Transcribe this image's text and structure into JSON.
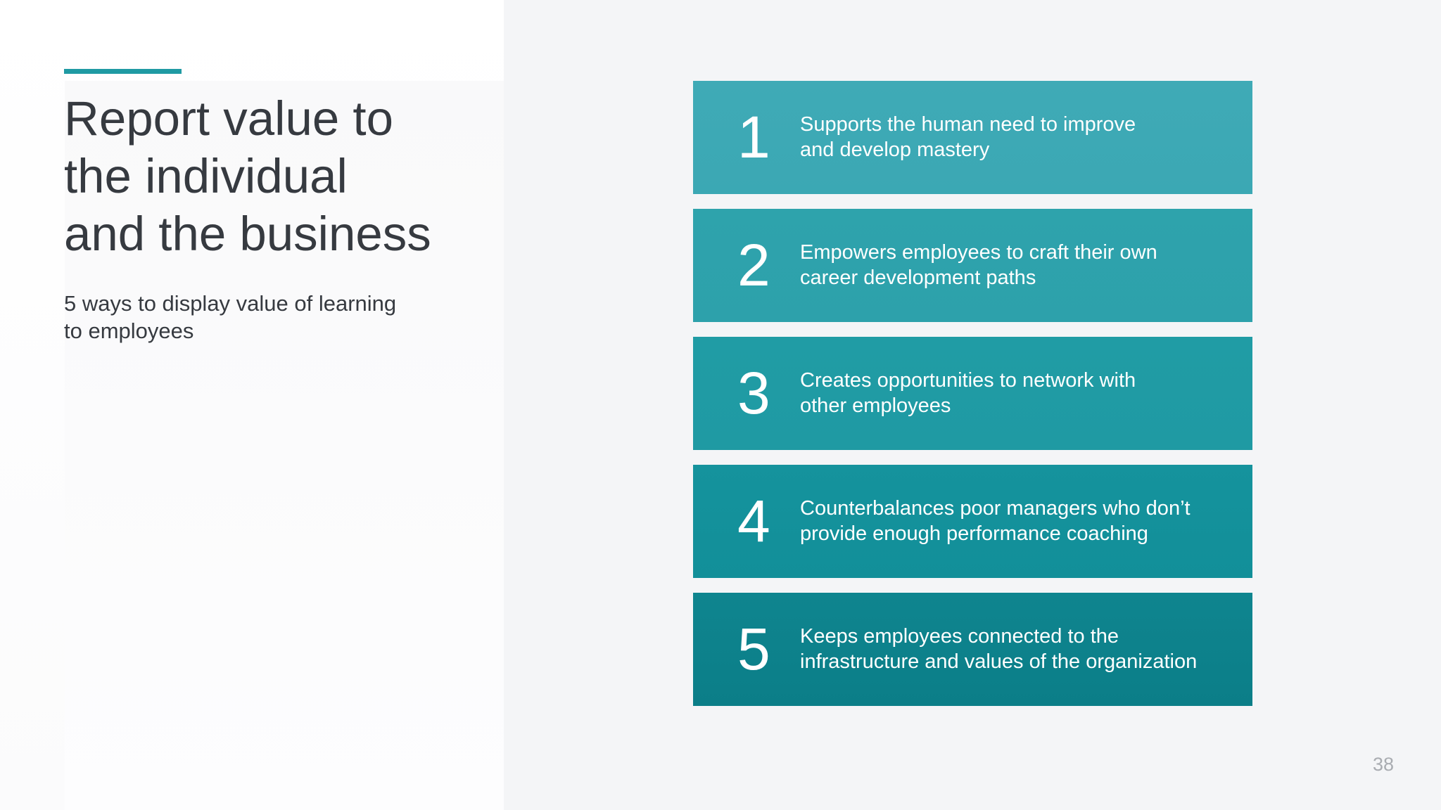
{
  "slide": {
    "title_lines": [
      "Report value to",
      "the individual",
      "and the business"
    ],
    "subtitle_lines": [
      "5 ways to display value of learning",
      "to employees"
    ],
    "page_number": "38"
  },
  "items": [
    {
      "number": "1",
      "lines": [
        "Supports the human need to improve",
        "and develop mastery"
      ],
      "color_start": "#3faab6",
      "color_end": "#3ba8b4"
    },
    {
      "number": "2",
      "lines": [
        "Empowers employees to craft their own",
        "career development paths"
      ],
      "color_start": "#2ea3ac",
      "color_end": "#2da1ab"
    },
    {
      "number": "3",
      "lines": [
        "Creates opportunities to network with",
        "other employees"
      ],
      "color_start": "#209ca5",
      "color_end": "#1f9aa3"
    },
    {
      "number": "4",
      "lines": [
        "Counterbalances poor managers who don’t",
        "provide enough performance coaching"
      ],
      "color_start": "#15939d",
      "color_end": "#128f99"
    },
    {
      "number": "5",
      "lines": [
        "Keeps employees connected to the",
        "infrastructure and values of the organization"
      ],
      "color_start": "#0f858f",
      "color_end": "#0b7e88"
    }
  ],
  "colors": {
    "accent": "#1f9aa3",
    "title_text": "#363a40",
    "right_background": "#f4f5f7"
  }
}
